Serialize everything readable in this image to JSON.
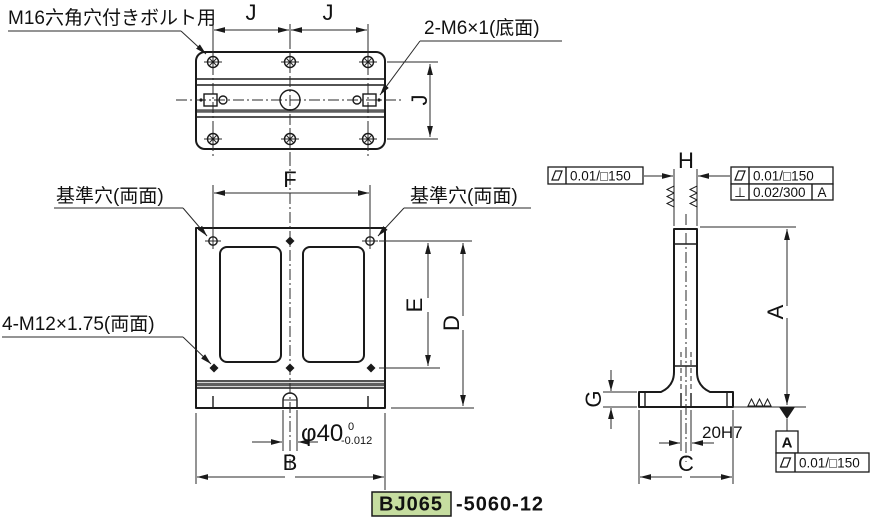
{
  "colors": {
    "background": "#ffffff",
    "part_fill": "#cfe1ac",
    "outline": "#1a1a1a",
    "slot_shade": "#5f5f5f",
    "part_number_fill": "#c6dda0"
  },
  "labels": {
    "m16_bolt": "M16六角穴付きボルト用",
    "m6_bottom": "2-M6×1(底面)",
    "datum_hole": "基準穴(両面)",
    "m12_both": "4-M12×1.75(両面)"
  },
  "dims": {
    "j": "J",
    "f": "F",
    "e": "E",
    "d": "D",
    "b": "B",
    "a": "A",
    "c": "C",
    "g": "G",
    "h": "H",
    "slot_width": "20H7",
    "shaft_dia": "φ40",
    "dia_tol_upper": "0",
    "dia_tol_lower": "-0.012"
  },
  "gdt": {
    "top_left_flatness": "0.01/□150",
    "top_right_flatness": "0.01/□150",
    "perp_symbol": "⊥",
    "perpendicularity": "0.02/300",
    "perp_datum": "A",
    "datum_label": "A",
    "bottom_flatness": "0.01/□150"
  },
  "part_number": {
    "series": "BJ065",
    "suffix": "-5060-12"
  }
}
